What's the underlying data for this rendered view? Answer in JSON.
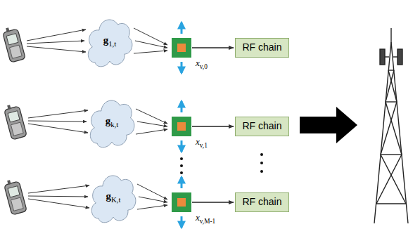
{
  "diagram": {
    "nodes": [
      {
        "text": [
          "g1,t"
        ]
      },
      {
        "text": [
          "RF chain"
        ]
      },
      {
        "text": [
          "gk,t"
        ]
      },
      {
        "text": [
          "RF chain"
        ]
      },
      {
        "text": [
          "gK,t"
        ]
      },
      {
        "text": [
          "RF chain"
        ]
      }
    ],
    "labels": [
      "xv,0",
      "xv,1",
      "xv,M-1"
    ]
  }
}
